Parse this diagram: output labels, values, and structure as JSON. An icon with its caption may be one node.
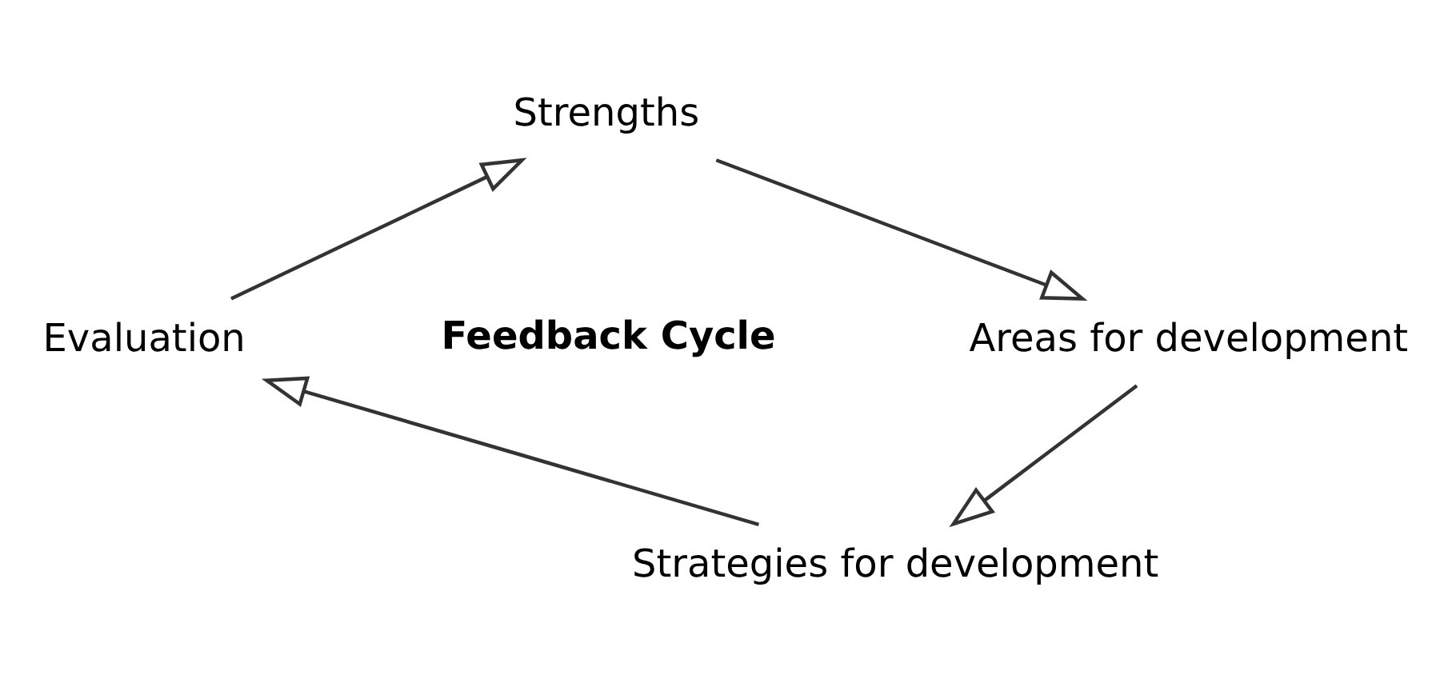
{
  "diagram": {
    "nodes": [
      {
        "text": [
          "Strengths"
        ]
      },
      {
        "text": [
          "Evaluation"
        ]
      },
      {
        "text": [
          "Feedback Cycle"
        ]
      },
      {
        "text": [
          "Areas for development"
        ]
      },
      {
        "text": [
          "Strategies for development"
        ]
      }
    ],
    "edges": [
      {
        "from": 1,
        "to": 0,
        "arrow": "to"
      },
      {
        "from": 0,
        "to": 3,
        "arrow": "to"
      },
      {
        "from": 3,
        "to": 4,
        "arrow": "to"
      },
      {
        "from": 4,
        "to": 1,
        "arrow": "to"
      }
    ]
  }
}
